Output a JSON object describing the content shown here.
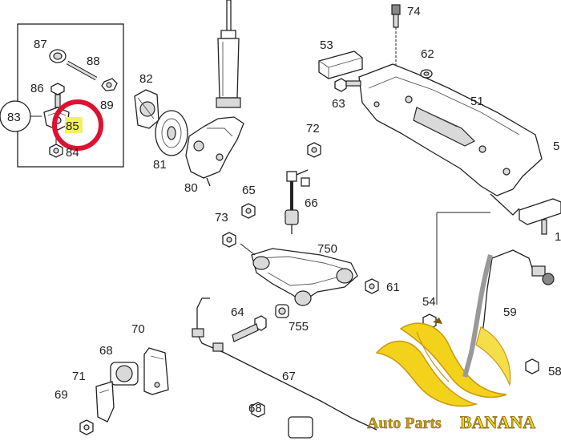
{
  "diagram": {
    "part_labels": [
      {
        "id": "87",
        "text": "87"
      },
      {
        "id": "88",
        "text": "88"
      },
      {
        "id": "86",
        "text": "86"
      },
      {
        "id": "89",
        "text": "89"
      },
      {
        "id": "85",
        "text": "85"
      },
      {
        "id": "84",
        "text": "84"
      },
      {
        "id": "83",
        "text": "83"
      },
      {
        "id": "82",
        "text": "82"
      },
      {
        "id": "81",
        "text": "81"
      },
      {
        "id": "80",
        "text": "80"
      },
      {
        "id": "74",
        "text": "74"
      },
      {
        "id": "53",
        "text": "53"
      },
      {
        "id": "62",
        "text": "62"
      },
      {
        "id": "63",
        "text": "63"
      },
      {
        "id": "51",
        "text": "51"
      },
      {
        "id": "5x",
        "text": "5"
      },
      {
        "id": "72",
        "text": "72"
      },
      {
        "id": "65",
        "text": "65"
      },
      {
        "id": "66",
        "text": "66"
      },
      {
        "id": "73",
        "text": "73"
      },
      {
        "id": "750",
        "text": "750"
      },
      {
        "id": "61",
        "text": "61"
      },
      {
        "id": "64",
        "text": "64"
      },
      {
        "id": "755",
        "text": "755"
      },
      {
        "id": "54",
        "text": "54"
      },
      {
        "id": "59",
        "text": "59"
      },
      {
        "id": "70",
        "text": "70"
      },
      {
        "id": "68a",
        "text": "68"
      },
      {
        "id": "71",
        "text": "71"
      },
      {
        "id": "67",
        "text": "67"
      },
      {
        "id": "69",
        "text": "69"
      },
      {
        "id": "68b",
        "text": "68"
      },
      {
        "id": "58",
        "text": "58"
      },
      {
        "id": "1x",
        "text": "1"
      }
    ],
    "highlighted_part": "85",
    "callout_color": "#e01030",
    "highlight_color": "#f4f066"
  },
  "watermark": {
    "text_part1": "Auto Parts ",
    "text_part2": "BANANA",
    "icon": "banana-logo-icon",
    "color_yellow": "#f2d21b",
    "color_gold": "#c99a12"
  }
}
